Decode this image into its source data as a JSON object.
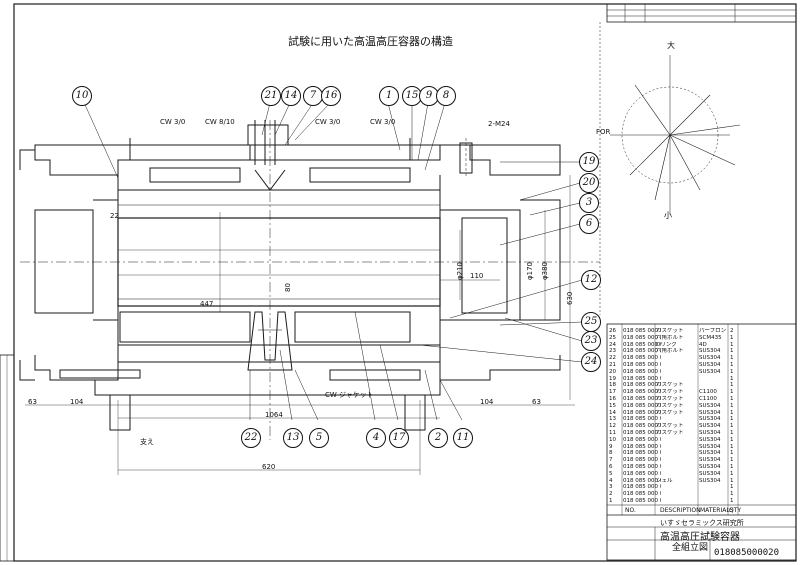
{
  "drawing": {
    "title": "試験に用いた高温高圧容器の構造",
    "balloons": [
      "10",
      "21",
      "14",
      "7",
      "16",
      "1",
      "15",
      "9",
      "8",
      "19",
      "20",
      "3",
      "6",
      "12",
      "25",
      "23",
      "24",
      "22",
      "13",
      "5",
      "4",
      "17",
      "2",
      "11"
    ],
    "labels": {
      "cw_a": "CW 3/0",
      "cw_b": "CW 8/10",
      "cw_c": "CW 3/0",
      "cw_d": "CW 3/0",
      "thread": "2-M24",
      "jacket": "CW ジャケット",
      "leg": "支え",
      "top_dim": "620",
      "mid_dim": "1064",
      "dim_104_l": "104",
      "dim_104_r": "104",
      "dim_63_l": "63",
      "dim_63_r": "63",
      "dim_110": "110",
      "dim_630": "630",
      "dim_d210": "φ210",
      "dim_d210b": "φ170",
      "dim_d380": "φ380",
      "dim_447": "447",
      "dim_22": "22",
      "dim_80": "80"
    },
    "view_labels": {
      "top": "大",
      "left": "FOR",
      "bottom": "小"
    }
  },
  "title_block": {
    "doc_number": "018085000020",
    "name_line1": "高温高圧試験容器",
    "name_line2": "全組立図",
    "company": "いすゞセラミックス研究所",
    "material_hdr": "MATERIALS",
    "desc_hdr": "DESCRIPTION",
    "qty_hdr": "QTY",
    "no_hdr": "NO."
  },
  "bom": [
    {
      "no": "26",
      "code": "018 085 000 026",
      "desc": "ガスケット",
      "mat": "パーフロン",
      "qty": "2"
    },
    {
      "no": "25",
      "code": "018 085 000 025",
      "desc": "六角ボルト",
      "mat": "SCM435",
      "qty": "1"
    },
    {
      "no": "24",
      "code": "018 085 000 024",
      "desc": "Oリング",
      "mat": "4D",
      "qty": "1"
    },
    {
      "no": "23",
      "code": "018 085 000 023",
      "desc": "六角ボルト",
      "mat": "SUS304",
      "qty": "1"
    },
    {
      "no": "22",
      "code": "018 085 000 022",
      "desc": "",
      "mat": "SUS304",
      "qty": "1"
    },
    {
      "no": "21",
      "code": "018 085 000 021",
      "desc": "",
      "mat": "SUS304",
      "qty": "1"
    },
    {
      "no": "20",
      "code": "018 085 000 020",
      "desc": "",
      "mat": "SUS304",
      "qty": "1"
    },
    {
      "no": "19",
      "code": "018 085 000 019",
      "desc": "",
      "mat": "",
      "qty": "1"
    },
    {
      "no": "18",
      "code": "018 085 000 018",
      "desc": "ガスケット",
      "mat": "",
      "qty": "1"
    },
    {
      "no": "17",
      "code": "018 085 000 017",
      "desc": "ガスケット",
      "mat": "C1100",
      "qty": "1"
    },
    {
      "no": "16",
      "code": "018 085 000 016",
      "desc": "ガスケット",
      "mat": "C1100",
      "qty": "1"
    },
    {
      "no": "15",
      "code": "018 085 000 015",
      "desc": "ガスケット",
      "mat": "SUS304",
      "qty": "1"
    },
    {
      "no": "14",
      "code": "018 085 000 014",
      "desc": "ガスケット",
      "mat": "SUS304",
      "qty": "1"
    },
    {
      "no": "13",
      "code": "018 085 000 013",
      "desc": "",
      "mat": "SUS304",
      "qty": "1"
    },
    {
      "no": "12",
      "code": "018 085 000 012",
      "desc": "ガスケット",
      "mat": "SUS304",
      "qty": "1"
    },
    {
      "no": "11",
      "code": "018 085 000 011",
      "desc": "ガスケット",
      "mat": "SUS304",
      "qty": "1"
    },
    {
      "no": "10",
      "code": "018 085 000 010",
      "desc": "",
      "mat": "SUS304",
      "qty": "1"
    },
    {
      "no": "9",
      "code": "018 085 000 009",
      "desc": "",
      "mat": "SUS304",
      "qty": "1"
    },
    {
      "no": "8",
      "code": "018 085 000 008",
      "desc": "",
      "mat": "SUS304",
      "qty": "1"
    },
    {
      "no": "7",
      "code": "018 085 000 007",
      "desc": "",
      "mat": "SUS304",
      "qty": "1"
    },
    {
      "no": "6",
      "code": "018 085 000 006",
      "desc": "",
      "mat": "SUS304",
      "qty": "1"
    },
    {
      "no": "5",
      "code": "018 085 000 005",
      "desc": "",
      "mat": "SUS304",
      "qty": "1"
    },
    {
      "no": "4",
      "code": "018 085 000 004",
      "desc": "シェル",
      "mat": "SUS304",
      "qty": "1"
    },
    {
      "no": "3",
      "code": "018 085 000 003",
      "desc": "",
      "mat": "",
      "qty": "1"
    },
    {
      "no": "2",
      "code": "018 085 000 002",
      "desc": "",
      "mat": "",
      "qty": "1"
    },
    {
      "no": "1",
      "code": "018 085 000 001",
      "desc": "",
      "mat": "",
      "qty": "1"
    }
  ]
}
